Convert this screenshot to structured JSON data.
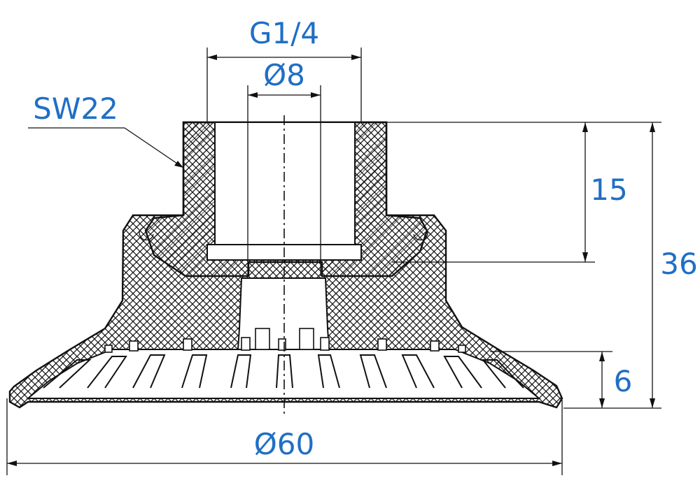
{
  "drawing": {
    "labels": {
      "thread": "G1/4",
      "bore": "Ø8",
      "wrench": "SW22",
      "thread_depth": "15",
      "total_height": "36",
      "lip_height": "6",
      "diameter": "Ø60"
    },
    "colors": {
      "dimension_text": "#1f6fc5",
      "lines": "#111111"
    }
  }
}
